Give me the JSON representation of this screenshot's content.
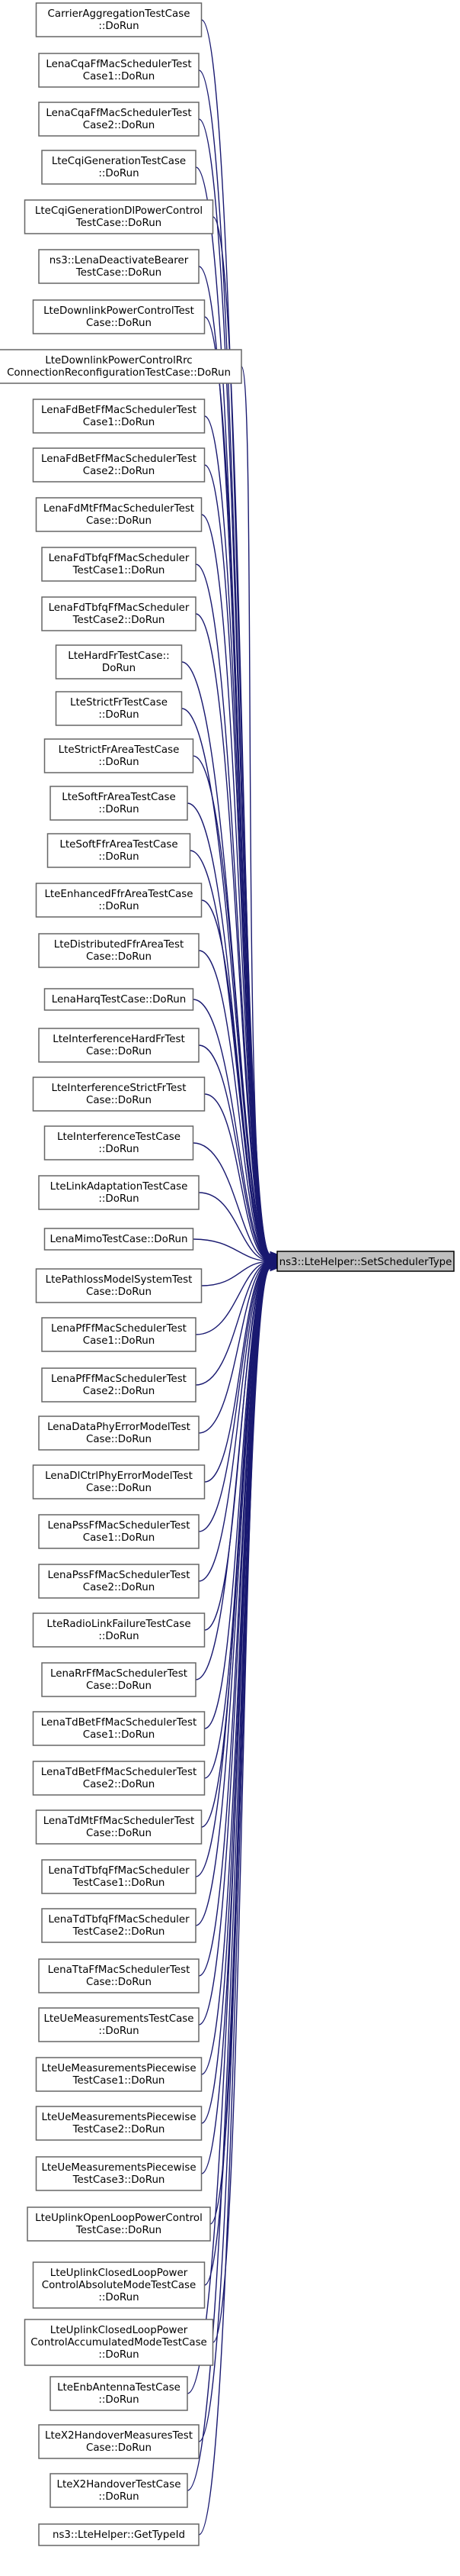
{
  "colors": {
    "edge": "#191970",
    "node_border": "#666666",
    "target_fill": "#bfbfbf",
    "target_border": "#000000"
  },
  "target": {
    "lines": [
      "ns3::LteHelper::SetSchedulerType"
    ]
  },
  "callers": [
    {
      "lines": [
        "CarrierAggregationTestCase",
        "::DoRun"
      ]
    },
    {
      "lines": [
        "LenaCqaFfMacSchedulerTest",
        "Case1::DoRun"
      ]
    },
    {
      "lines": [
        "LenaCqaFfMacSchedulerTest",
        "Case2::DoRun"
      ]
    },
    {
      "lines": [
        "LteCqiGenerationTestCase",
        "::DoRun"
      ]
    },
    {
      "lines": [
        "LteCqiGenerationDlPowerControl",
        "TestCase::DoRun"
      ]
    },
    {
      "lines": [
        "ns3::LenaDeactivateBearer",
        "TestCase::DoRun"
      ]
    },
    {
      "lines": [
        "LteDownlinkPowerControlTest",
        "Case::DoRun"
      ]
    },
    {
      "lines": [
        "LteDownlinkPowerControlRrc",
        "ConnectionReconfigurationTestCase::DoRun"
      ]
    },
    {
      "lines": [
        "LenaFdBetFfMacSchedulerTest",
        "Case1::DoRun"
      ]
    },
    {
      "lines": [
        "LenaFdBetFfMacSchedulerTest",
        "Case2::DoRun"
      ]
    },
    {
      "lines": [
        "LenaFdMtFfMacSchedulerTest",
        "Case::DoRun"
      ]
    },
    {
      "lines": [
        "LenaFdTbfqFfMacScheduler",
        "TestCase1::DoRun"
      ]
    },
    {
      "lines": [
        "LenaFdTbfqFfMacScheduler",
        "TestCase2::DoRun"
      ]
    },
    {
      "lines": [
        "LteHardFrTestCase::",
        "DoRun"
      ]
    },
    {
      "lines": [
        "LteStrictFrTestCase",
        "::DoRun"
      ]
    },
    {
      "lines": [
        "LteStrictFrAreaTestCase",
        "::DoRun"
      ]
    },
    {
      "lines": [
        "LteSoftFrAreaTestCase",
        "::DoRun"
      ]
    },
    {
      "lines": [
        "LteSoftFfrAreaTestCase",
        "::DoRun"
      ]
    },
    {
      "lines": [
        "LteEnhancedFfrAreaTestCase",
        "::DoRun"
      ]
    },
    {
      "lines": [
        "LteDistributedFfrAreaTest",
        "Case::DoRun"
      ]
    },
    {
      "lines": [
        "LenaHarqTestCase::DoRun"
      ]
    },
    {
      "lines": [
        "LteInterferenceHardFrTest",
        "Case::DoRun"
      ]
    },
    {
      "lines": [
        "LteInterferenceStrictFrTest",
        "Case::DoRun"
      ]
    },
    {
      "lines": [
        "LteInterferenceTestCase",
        "::DoRun"
      ]
    },
    {
      "lines": [
        "LteLinkAdaptationTestCase",
        "::DoRun"
      ]
    },
    {
      "lines": [
        "LenaMimoTestCase::DoRun"
      ]
    },
    {
      "lines": [
        "LtePathlossModelSystemTest",
        "Case::DoRun"
      ]
    },
    {
      "lines": [
        "LenaPfFfMacSchedulerTest",
        "Case1::DoRun"
      ]
    },
    {
      "lines": [
        "LenaPfFfMacSchedulerTest",
        "Case2::DoRun"
      ]
    },
    {
      "lines": [
        "LenaDataPhyErrorModelTest",
        "Case::DoRun"
      ]
    },
    {
      "lines": [
        "LenaDlCtrlPhyErrorModelTest",
        "Case::DoRun"
      ]
    },
    {
      "lines": [
        "LenaPssFfMacSchedulerTest",
        "Case1::DoRun"
      ]
    },
    {
      "lines": [
        "LenaPssFfMacSchedulerTest",
        "Case2::DoRun"
      ]
    },
    {
      "lines": [
        "LteRadioLinkFailureTestCase",
        "::DoRun"
      ]
    },
    {
      "lines": [
        "LenaRrFfMacSchedulerTest",
        "Case::DoRun"
      ]
    },
    {
      "lines": [
        "LenaTdBetFfMacSchedulerTest",
        "Case1::DoRun"
      ]
    },
    {
      "lines": [
        "LenaTdBetFfMacSchedulerTest",
        "Case2::DoRun"
      ]
    },
    {
      "lines": [
        "LenaTdMtFfMacSchedulerTest",
        "Case::DoRun"
      ]
    },
    {
      "lines": [
        "LenaTdTbfqFfMacScheduler",
        "TestCase1::DoRun"
      ]
    },
    {
      "lines": [
        "LenaTdTbfqFfMacScheduler",
        "TestCase2::DoRun"
      ]
    },
    {
      "lines": [
        "LenaTtaFfMacSchedulerTest",
        "Case::DoRun"
      ]
    },
    {
      "lines": [
        "LteUeMeasurementsTestCase",
        "::DoRun"
      ]
    },
    {
      "lines": [
        "LteUeMeasurementsPiecewise",
        "TestCase1::DoRun"
      ]
    },
    {
      "lines": [
        "LteUeMeasurementsPiecewise",
        "TestCase2::DoRun"
      ]
    },
    {
      "lines": [
        "LteUeMeasurementsPiecewise",
        "TestCase3::DoRun"
      ]
    },
    {
      "lines": [
        "LteUplinkOpenLoopPowerControl",
        "TestCase::DoRun"
      ]
    },
    {
      "lines": [
        "LteUplinkClosedLoopPower",
        "ControlAbsoluteModeTestCase",
        "::DoRun"
      ]
    },
    {
      "lines": [
        "LteUplinkClosedLoopPower",
        "ControlAccumulatedModeTestCase",
        "::DoRun"
      ]
    },
    {
      "lines": [
        "LteEnbAntennaTestCase",
        "::DoRun"
      ]
    },
    {
      "lines": [
        "LteX2HandoverMeasuresTest",
        "Case::DoRun"
      ]
    },
    {
      "lines": [
        "LteX2HandoverTestCase",
        "::DoRun"
      ]
    },
    {
      "lines": [
        "ns3::LteHelper::GetTypeId"
      ]
    }
  ]
}
